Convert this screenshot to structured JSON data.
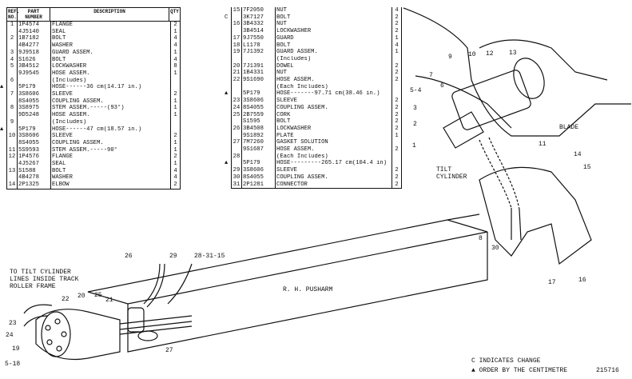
{
  "header": {
    "ref_no": "REF. NO.",
    "part_number": "PART NUMBER",
    "description": "DESCRIPTION",
    "qty": "QTY"
  },
  "left_table": [
    {
      "ref": "1",
      "part": "1P4574",
      "desc": "FLANGE",
      "qty": "2",
      "mark": ""
    },
    {
      "ref": "",
      "part": "4J5140",
      "desc": "SEAL",
      "qty": "1",
      "mark": ""
    },
    {
      "ref": "2",
      "part": "1B7182",
      "desc": "BOLT",
      "qty": "4",
      "mark": ""
    },
    {
      "ref": "",
      "part": "4B4277",
      "desc": "WASHER",
      "qty": "4",
      "mark": ""
    },
    {
      "ref": "3",
      "part": "9J9518",
      "desc": "GUARD ASSEM.",
      "qty": "1",
      "mark": ""
    },
    {
      "ref": "4",
      "part": "S1626",
      "desc": "BOLT",
      "qty": "4",
      "mark": ""
    },
    {
      "ref": "5",
      "part": "3B4512",
      "desc": "LOCKWASHER",
      "qty": "8",
      "mark": ""
    },
    {
      "ref": "",
      "part": "9J9545",
      "desc": "HOSE ASSEM.",
      "qty": "1",
      "mark": ""
    },
    {
      "ref": "6",
      "part": "",
      "desc": "(Includes)",
      "qty": "",
      "mark": ""
    },
    {
      "ref": "",
      "part": "5P179",
      "desc": "HOSE------36 cm(14.17 in.)",
      "qty": "",
      "mark": "▲"
    },
    {
      "ref": "7",
      "part": "3S8606",
      "desc": "SLEEVE",
      "qty": "2",
      "mark": ""
    },
    {
      "ref": "",
      "part": "8S4055",
      "desc": "COUPLING ASSEM.",
      "qty": "1",
      "mark": ""
    },
    {
      "ref": "8",
      "part": "3S8975",
      "desc": "STEM ASSEM.-----(93°)",
      "qty": "1",
      "mark": ""
    },
    {
      "ref": "",
      "part": "9D5248",
      "desc": "HOSE ASSEM.",
      "qty": "1",
      "mark": ""
    },
    {
      "ref": "9",
      "part": "",
      "desc": "(Includes)",
      "qty": "",
      "mark": ""
    },
    {
      "ref": "",
      "part": "5P179",
      "desc": "HOSE------47 cm(18.57 in.)",
      "qty": "",
      "mark": "▲"
    },
    {
      "ref": "10",
      "part": "3S8606",
      "desc": "SLEEVE",
      "qty": "2",
      "mark": ""
    },
    {
      "ref": "",
      "part": "8S4055",
      "desc": "COUPLING ASSEM.",
      "qty": "1",
      "mark": ""
    },
    {
      "ref": "11",
      "part": "5S9593",
      "desc": "STEM ASSEM.-----90°",
      "qty": "1",
      "mark": ""
    },
    {
      "ref": "12",
      "part": "1P4576",
      "desc": "FLANGE",
      "qty": "2",
      "mark": ""
    },
    {
      "ref": "",
      "part": "4J5267",
      "desc": "SEAL",
      "qty": "1",
      "mark": ""
    },
    {
      "ref": "13",
      "part": "S1588",
      "desc": "BOLT",
      "qty": "4",
      "mark": ""
    },
    {
      "ref": "",
      "part": "4B4278",
      "desc": "WASHER",
      "qty": "4",
      "mark": ""
    },
    {
      "ref": "14",
      "part": "2P1325",
      "desc": "ELBOW",
      "qty": "2",
      "mark": ""
    }
  ],
  "right_table": [
    {
      "ref": "15",
      "part": "7F2050",
      "desc": "NUT",
      "qty": "4",
      "mark": ""
    },
    {
      "ref": "",
      "part": "3K7127",
      "desc": "BOLT",
      "qty": "2",
      "mark": "C"
    },
    {
      "ref": "16",
      "part": "3B4332",
      "desc": "NUT",
      "qty": "2",
      "mark": ""
    },
    {
      "ref": "",
      "part": "3B4514",
      "desc": "LOCKWASHER",
      "qty": "2",
      "mark": ""
    },
    {
      "ref": "17",
      "part": "9J7550",
      "desc": "GUARD",
      "qty": "1",
      "mark": ""
    },
    {
      "ref": "18",
      "part": "L1178",
      "desc": "BOLT",
      "qty": "4",
      "mark": ""
    },
    {
      "ref": "19",
      "part": "7J1392",
      "desc": "GUARD ASSEM.",
      "qty": "1",
      "mark": ""
    },
    {
      "ref": "",
      "part": "",
      "desc": "(Includes)",
      "qty": "",
      "mark": ""
    },
    {
      "ref": "20",
      "part": "7J1391",
      "desc": "DOWEL",
      "qty": "2",
      "mark": ""
    },
    {
      "ref": "21",
      "part": "1B4331",
      "desc": "NUT",
      "qty": "2",
      "mark": ""
    },
    {
      "ref": "22",
      "part": "9S1690",
      "desc": "HOSE ASSEM.",
      "qty": "2",
      "mark": ""
    },
    {
      "ref": "",
      "part": "",
      "desc": "(Each Includes)",
      "qty": "",
      "mark": ""
    },
    {
      "ref": "",
      "part": "5P179",
      "desc": "HOSE-------97.71 cm(38.46 in.)",
      "qty": "",
      "mark": "▲"
    },
    {
      "ref": "23",
      "part": "3S8606",
      "desc": "SLEEVE",
      "qty": "2",
      "mark": ""
    },
    {
      "ref": "24",
      "part": "8S4055",
      "desc": "COUPLING ASSEM.",
      "qty": "2",
      "mark": ""
    },
    {
      "ref": "25",
      "part": "2B7559",
      "desc": "CORK",
      "qty": "2",
      "mark": ""
    },
    {
      "ref": "",
      "part": "S1595",
      "desc": "BOLT",
      "qty": "2",
      "mark": ""
    },
    {
      "ref": "26",
      "part": "3B4508",
      "desc": "LOCKWASHER",
      "qty": "2",
      "mark": ""
    },
    {
      "ref": "",
      "part": "9S1892",
      "desc": "PLATE",
      "qty": "1",
      "mark": ""
    },
    {
      "ref": "27",
      "part": "7M7260",
      "desc": "GASKET SOLUTION",
      "qty": "",
      "mark": ""
    },
    {
      "ref": "",
      "part": "9S1687",
      "desc": "HOSE ASSEM.",
      "qty": "2",
      "mark": ""
    },
    {
      "ref": "28",
      "part": "",
      "desc": "(Each Includes)",
      "qty": "",
      "mark": ""
    },
    {
      "ref": "",
      "part": "5P179",
      "desc": "HOSE---------265.17 cm(104.4 in)",
      "qty": "",
      "mark": "▲"
    },
    {
      "ref": "29",
      "part": "3S8606",
      "desc": "SLEEVE",
      "qty": "2",
      "mark": ""
    },
    {
      "ref": "30",
      "part": "8S4055",
      "desc": "COUPLING ASSEM.",
      "qty": "2",
      "mark": ""
    },
    {
      "ref": "31",
      "part": "2P1281",
      "desc": "CONNECTOR",
      "qty": "2",
      "mark": ""
    }
  ],
  "diagram": {
    "tilt_cylinder": "TILT\nCYLINDER",
    "blade": "BLADE",
    "pusharm": "R. H. PUSHARM",
    "note_left": "TO TILT CYLINDER\nLINES INSIDE TRACK\nROLLER FRAME",
    "callouts_top": [
      "5-4",
      "3",
      "2",
      "1",
      "7",
      "6",
      "9",
      "10",
      "12",
      "13",
      "11",
      "14",
      "15",
      "8",
      "30",
      "17",
      "16"
    ],
    "callouts_bottom": [
      "26",
      "29",
      "28-31-15",
      "21",
      "25",
      "20",
      "22",
      "23",
      "24",
      "19",
      "5-18",
      "27"
    ]
  },
  "footer": {
    "change": "C INDICATES CHANGE",
    "order": "▲ ORDER BY THE CENTIMETRE",
    "fig": "215716"
  }
}
